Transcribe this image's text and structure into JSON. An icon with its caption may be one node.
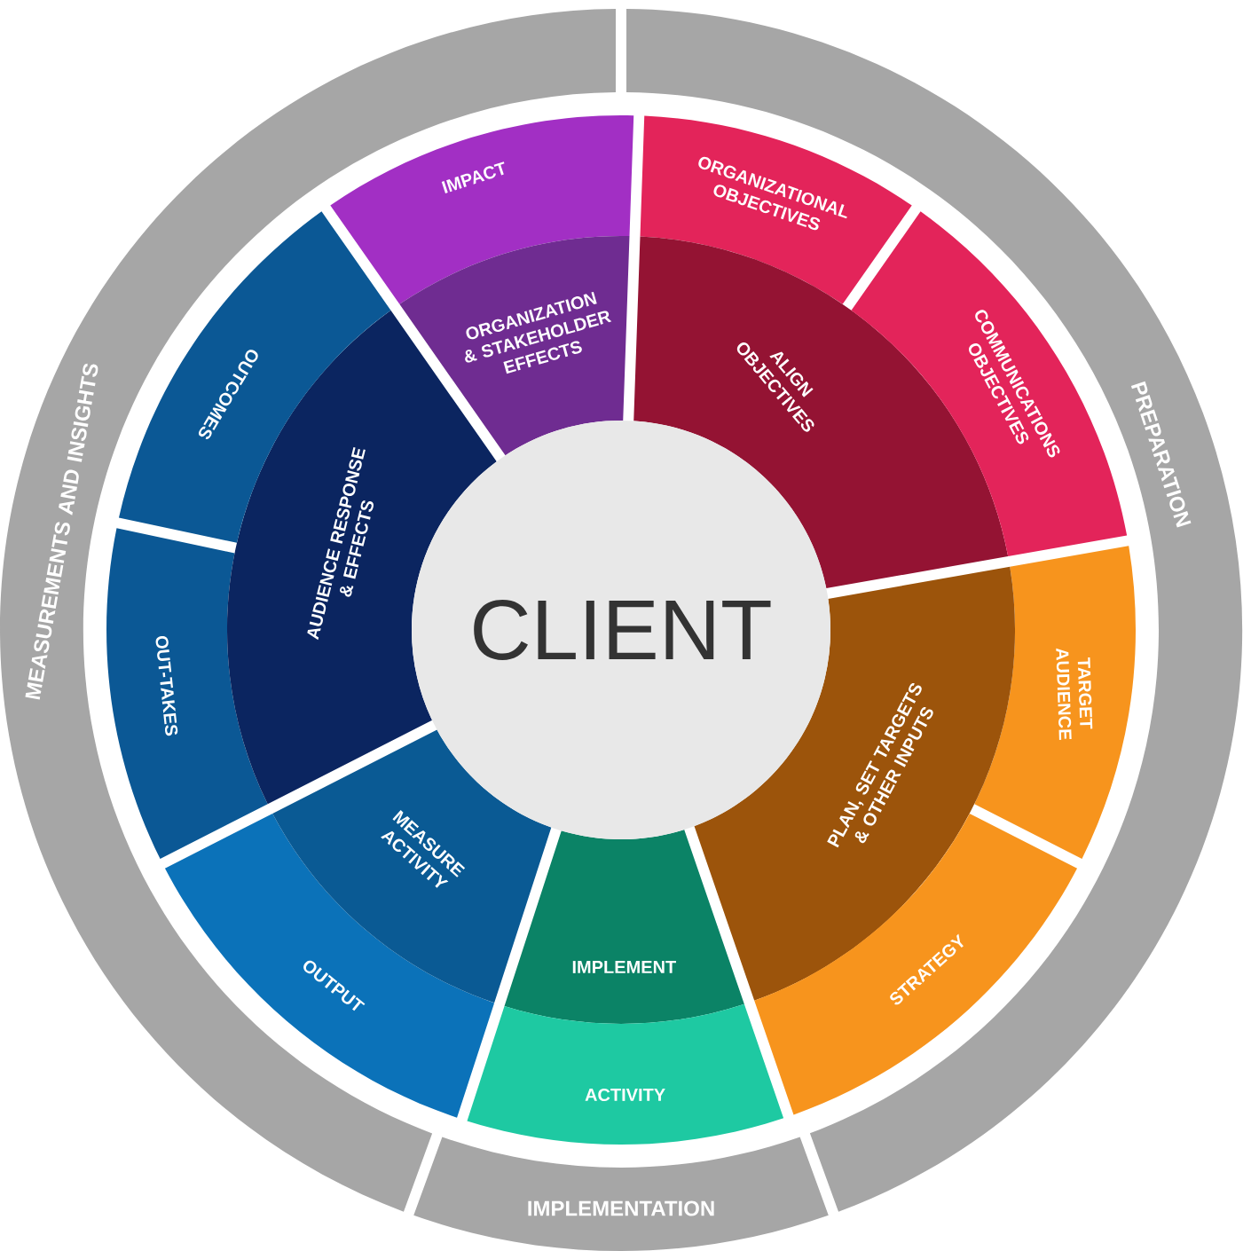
{
  "diagram": {
    "nodes": [
      {
        "text": [
          "CLIENT"
        ]
      },
      {
        "text": [
          "IMPACT"
        ]
      },
      {
        "text": [
          "ORGANIZATION & STAKEHOLDER EFFECTS"
        ]
      },
      {
        "text": [
          "ORGANIZATIONAL OBJECTIVES"
        ]
      },
      {
        "text": [
          "ALIGN OBJECTIVES"
        ]
      },
      {
        "text": [
          "COMMUNICATIONS OBJECTIVES"
        ]
      },
      {
        "text": [
          "TARGET AUDIENCE"
        ]
      },
      {
        "text": [
          "PLAN, SET TARGETS & OTHER INPUTS"
        ]
      },
      {
        "text": [
          "STRATEGY"
        ]
      },
      {
        "text": [
          "IMPLEMENT"
        ]
      },
      {
        "text": [
          "ACTIVITY"
        ]
      },
      {
        "text": [
          "OUTPUT"
        ]
      },
      {
        "text": [
          "MEASURE ACTIVITY"
        ]
      },
      {
        "text": [
          "OUT-TAKES"
        ]
      },
      {
        "text": [
          "AUDIENCE RESPONSE & EFFECTS"
        ]
      },
      {
        "text": [
          "OUTCOMES"
        ]
      },
      {
        "text": [
          "MEASUREMENTS AND INSIGHTS"
        ]
      },
      {
        "text": [
          "PREPARATION"
        ]
      },
      {
        "text": [
          "IMPLEMENTATION"
        ]
      }
    ]
  }
}
